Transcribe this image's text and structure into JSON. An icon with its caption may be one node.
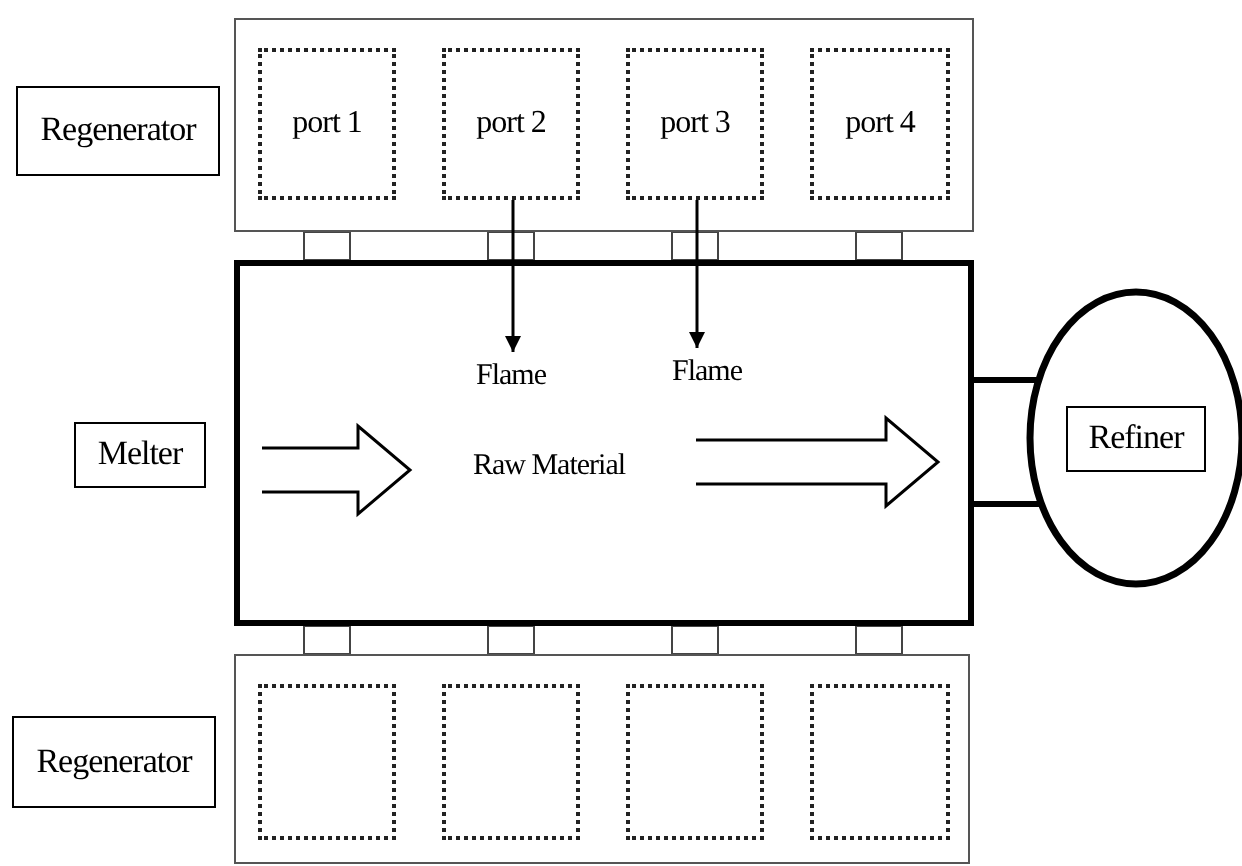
{
  "diagram": {
    "nodes": [
      {
        "text": [
          "Regenerator"
        ]
      },
      {
        "text": [],
        "shape": "box"
      },
      {
        "text": [
          "port 1"
        ],
        "in": 1
      },
      {
        "text": [
          "port 2"
        ],
        "in": 1
      },
      {
        "text": [
          "port 3"
        ],
        "in": 1
      },
      {
        "text": [
          "port 4"
        ],
        "in": 1
      },
      {
        "text": [
          "Melter"
        ]
      },
      {
        "text": [],
        "shape": "box"
      },
      {
        "text": [
          "Flame"
        ],
        "in": 7
      },
      {
        "text": [
          "Flame"
        ],
        "in": 7
      },
      {
        "text": [
          "Raw Material"
        ],
        "in": 7
      },
      {
        "text": [],
        "shape": "circle"
      },
      {
        "text": [
          "Refiner"
        ],
        "in": 11
      },
      {
        "text": [
          "Regenerator"
        ]
      },
      {
        "text": [],
        "shape": "box"
      },
      {
        "text": [],
        "shape": "box",
        "in": 14
      },
      {
        "text": [],
        "shape": "box",
        "in": 14
      },
      {
        "text": [],
        "shape": "box",
        "in": 14
      },
      {
        "text": [],
        "shape": "box",
        "in": 14
      }
    ],
    "edges": [
      {
        "from": 3,
        "to": 8,
        "arrow": "to"
      },
      {
        "from": 4,
        "to": 9,
        "arrow": "to"
      },
      {
        "from": 7,
        "to": 11,
        "arrow": "none",
        "style": "thick"
      },
      {
        "from": 7,
        "to": 11,
        "arrow": "none",
        "style": "thick"
      }
    ]
  }
}
